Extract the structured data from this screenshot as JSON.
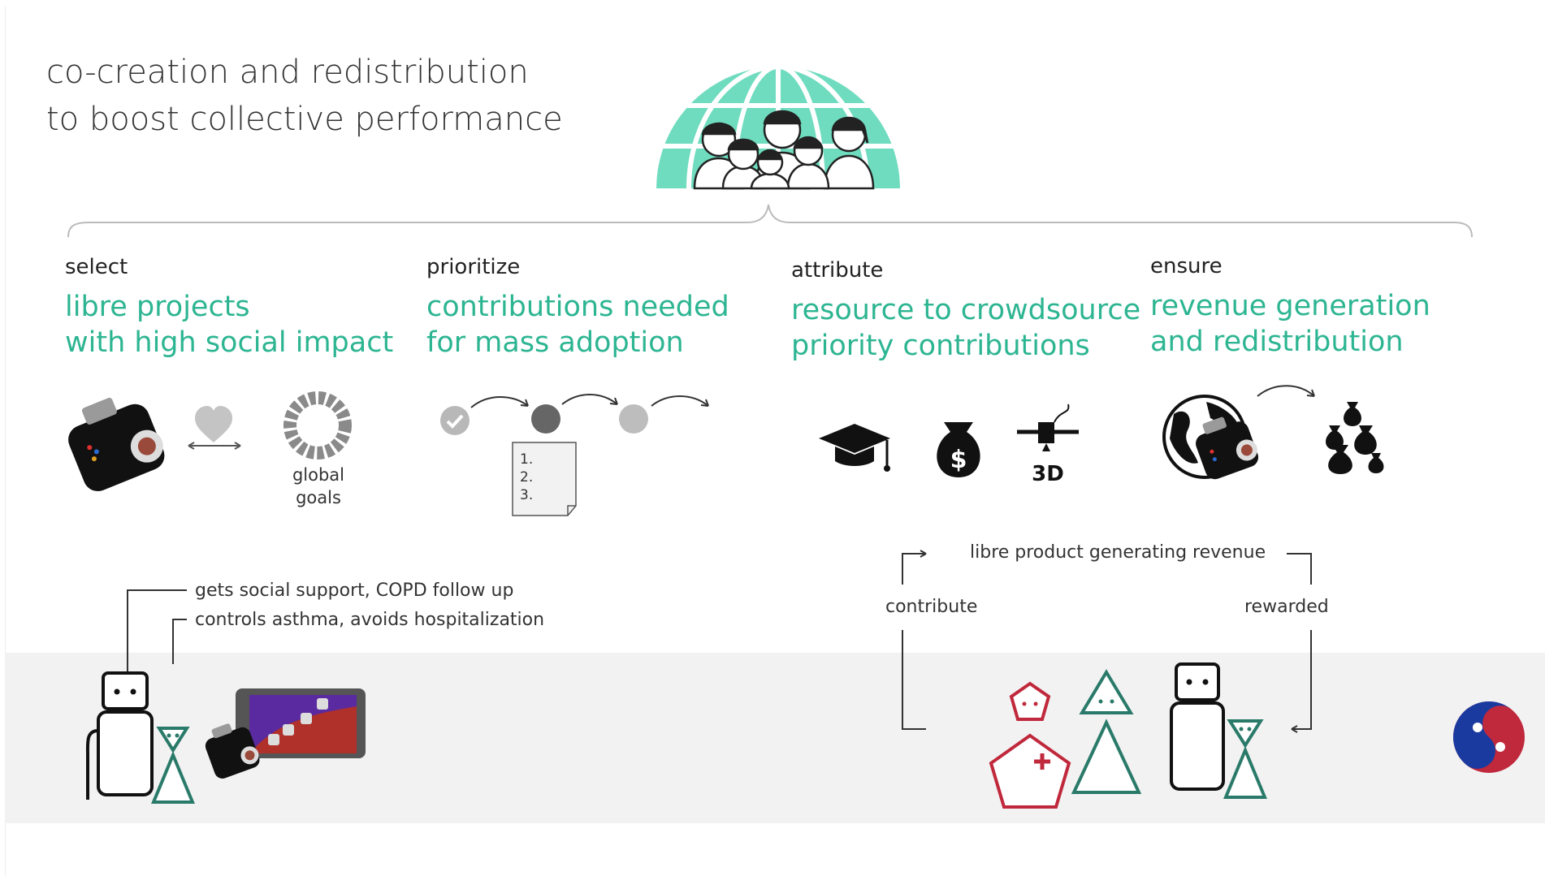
{
  "title": {
    "line1": "co-creation and redistribution",
    "line2": "to boost collective performance"
  },
  "columns": [
    {
      "kicker": "select",
      "line1": "libre projects",
      "line2": "with high social impact"
    },
    {
      "kicker": "prioritize",
      "line1": "contributions needed",
      "line2": "for mass adoption"
    },
    {
      "kicker": "attribute",
      "line1": "resource to crowdsource",
      "line2": "priority contributions"
    },
    {
      "kicker": "ensure",
      "line1": "revenue generation",
      "line2": "and redistribution"
    }
  ],
  "global_goals": {
    "line1": "global",
    "line2": "goals"
  },
  "priority_list": [
    "1.",
    "2.",
    "3."
  ],
  "patient": {
    "support_label": "gets social support, COPD follow up",
    "asthma_label": "controls asthma, avoids hospitalization"
  },
  "cycle": {
    "top_label": "libre product generating revenue",
    "left_label": "contribute",
    "right_label": "rewarded"
  },
  "icons": {
    "globe_people": "globe-with-people-icon",
    "device": "inhaler-device-icon",
    "heart": "heart-icon",
    "goals_ring": "goals-ring-icon",
    "graduation": "graduation-cap-icon",
    "money_bag": "money-bag-icon",
    "printer_3d": "3d-printer-icon",
    "earth": "earth-icon",
    "money_bags": "money-bags-icon",
    "yin_yang": "yin-yang-icon"
  },
  "colors": {
    "accent_green": "#2db592",
    "globe_mint": "#6fdcbf",
    "teal_figure": "#2a7a6a",
    "red_figure": "#c0283c",
    "band_gray": "#f2f2f2"
  }
}
